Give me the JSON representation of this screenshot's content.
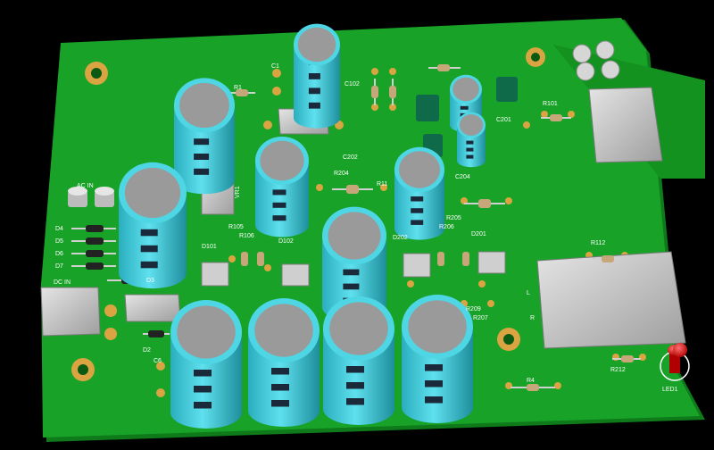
{
  "colors": {
    "background": "#000000",
    "board": "#18a228",
    "board_edge": "#0e7a1a",
    "pad": "#d9a441",
    "cap_body": "#3cc8d8",
    "cap_top": "#9a9a9a",
    "cap_band": "#1a2a3a",
    "heatsink": "#c8c8c8",
    "led": "#e01010",
    "silkscreen": "#ffffff"
  },
  "labels": {
    "c1": "C1",
    "c102": "C102",
    "c201": "C201",
    "c202": "C202",
    "c204": "C204",
    "c6": "C6",
    "r1": "R1",
    "r4": "R4",
    "r101": "R101",
    "r105": "R105",
    "r106": "R106",
    "r11": "R11",
    "r112": "R112",
    "r204": "R204",
    "r205": "R205",
    "r206": "R206",
    "r207": "R207",
    "r209": "R209",
    "r212": "R212",
    "d2": "D2",
    "d3": "D3",
    "d4": "D4",
    "d5": "D5",
    "d6": "D6",
    "d7": "D7",
    "d101": "D101",
    "d102": "D102",
    "d201": "D201",
    "d202": "D202",
    "vr1": "VR1",
    "ac_in": "AC IN",
    "dc_in": "DC IN",
    "led1": "LED1",
    "left_ch": "L",
    "right_ch": "R"
  }
}
